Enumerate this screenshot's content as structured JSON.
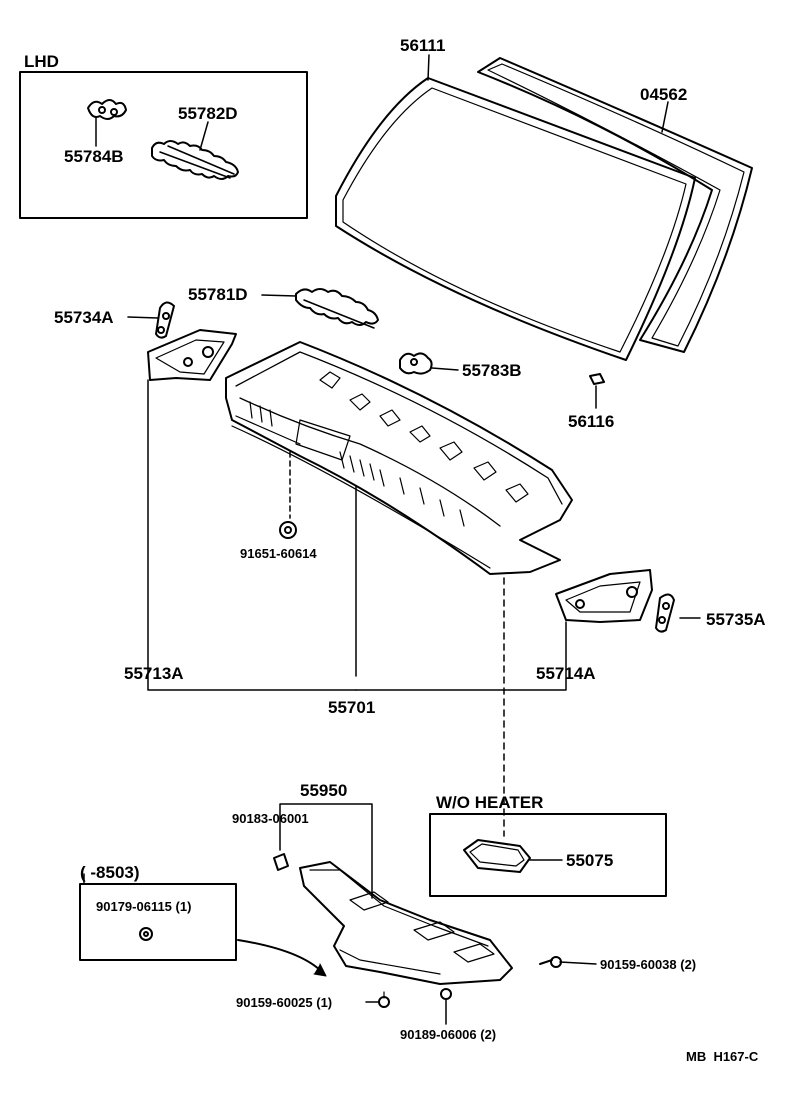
{
  "groups": {
    "lhd": "LHD",
    "wo_heater": "W/O HEATER",
    "range": "(      -8503)"
  },
  "parts": {
    "p56111": "56111",
    "p04562": "04562",
    "p55782D": "55782D",
    "p55784B": "55784B",
    "p55781D": "55781D",
    "p55734A": "55734A",
    "p55783B": "55783B",
    "p56116": "56116",
    "p91651": "91651-60614",
    "p55713A": "55713A",
    "p55701": "55701",
    "p55714A": "55714A",
    "p55735A": "55735A",
    "p55950": "55950",
    "p90183": "90183-06001",
    "p55075": "55075",
    "p90179": "90179-06115 (1)",
    "p90159_38": "90159-60038 (2)",
    "p90159_25": "90159-60025 (1)",
    "p90189": "90189-06006 (2)"
  },
  "footer": {
    "code": "MB  H167-C"
  }
}
